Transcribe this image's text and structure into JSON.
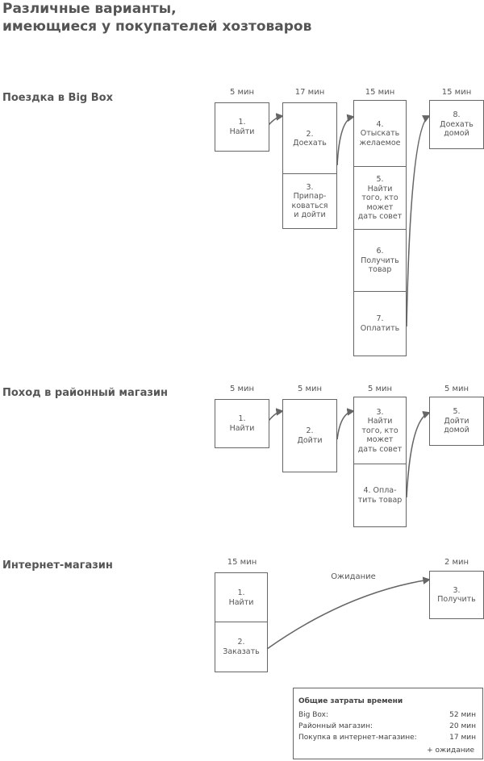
{
  "title": {
    "line1": "Различные варианты,",
    "line2": "имеющиеся у покупателей хозтоваров"
  },
  "sections": {
    "bigbox": {
      "label": "Поездка в Big Box",
      "durations": [
        "5 мин",
        "17 мин",
        "15 мин",
        "15 мин"
      ],
      "steps": [
        "1.\nНайти",
        "2.\nДоехать",
        "3.\nПрипар-\nковаться\nи дойти",
        "4.\nОтыскать\nжелаемое",
        "5.\nНайти\nтого, кто\nможет\nдать совет",
        "6.\nПолучить\nтовар",
        "7.\nОплатить",
        "8.\nДоехать\nдомой"
      ]
    },
    "local": {
      "label": "Поход в районный магазин",
      "durations": [
        "5 мин",
        "5 мин",
        "5 мин",
        "5 мин"
      ],
      "steps": [
        "1.\nНайти",
        "2.\nДойти",
        "3.\nНайти\nтого, кто\nможет\nдать совет",
        "4. Опла-\nтить товар",
        "5.\nДойти\nдомой"
      ]
    },
    "online": {
      "label": "Интернет-магазин",
      "durations": [
        "15 мин",
        "2 мин"
      ],
      "steps": [
        "1.\nНайти",
        "2.\nЗаказать",
        "3.\nПолучить"
      ],
      "wait_label": "Ожидание"
    }
  },
  "summary": {
    "title": "Общие затраты времени",
    "rows": [
      {
        "label": "Big Box:",
        "value": "52 мин"
      },
      {
        "label": "Районный магазин:",
        "value": "20 мин"
      },
      {
        "label": "Покупка в интернет-магазине:",
        "value": "17 мин"
      }
    ],
    "note": "+ ожидание"
  }
}
